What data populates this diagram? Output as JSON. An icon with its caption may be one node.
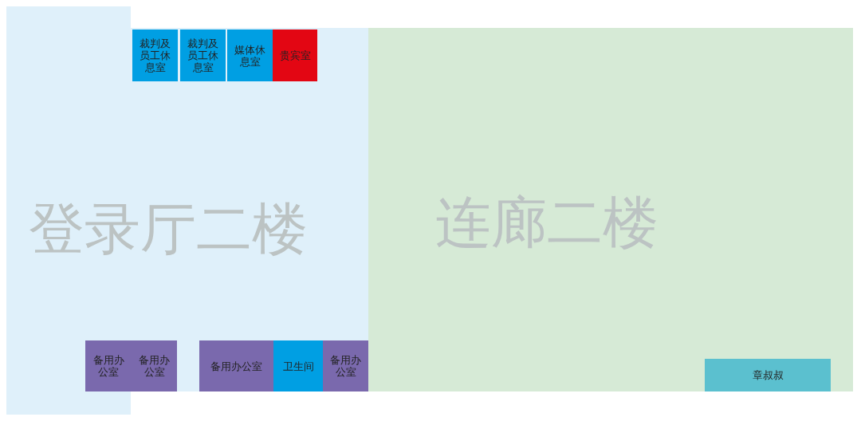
{
  "diagram": {
    "nodes": [
      {
        "text": [
          "登录厅二楼"
        ]
      },
      {
        "text": [
          "裁判及员工休息室"
        ],
        "in": 0
      },
      {
        "text": [
          "裁判及员工休息室"
        ],
        "in": 0
      },
      {
        "text": [
          "媒体休息室"
        ],
        "in": 0
      },
      {
        "text": [
          "贵宾室"
        ],
        "in": 0
      },
      {
        "text": [
          "备用办公室"
        ],
        "in": 0
      },
      {
        "text": [
          "备用办公室"
        ],
        "in": 0
      },
      {
        "text": [
          "备用办公室"
        ],
        "in": 0
      },
      {
        "text": [
          "卫生间"
        ],
        "in": 0
      },
      {
        "text": [
          "备用办公室"
        ],
        "in": 0
      },
      {
        "text": [
          "连廊二楼"
        ]
      },
      {
        "text": [
          "章叔叔"
        ],
        "in": 10
      }
    ]
  }
}
